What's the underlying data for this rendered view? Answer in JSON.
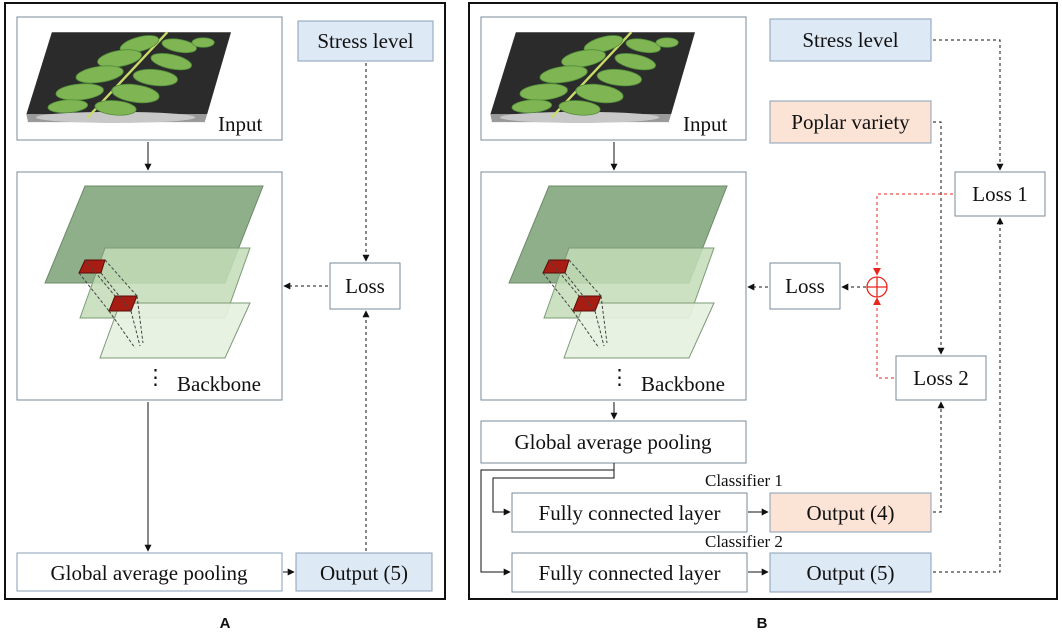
{
  "colors": {
    "blue_box": "#dde9f5",
    "peach_box": "#fbe3d6",
    "box_border": "#8a9fb8",
    "red_line": "#e8261c",
    "leaf_dark": "#4f8c3a",
    "layer_dark": "#8fae8a",
    "layer_mid": "#c3dcb6",
    "layer_light": "#e6f1df",
    "patch": "#a71c13"
  },
  "panel_a": {
    "caption": "A",
    "input_label": "Input",
    "backbone_label": "Backbone",
    "ellipsis": "⋮",
    "stress_level": "Stress level",
    "loss": "Loss",
    "gap": "Global average pooling",
    "output": "Output (5)"
  },
  "panel_b": {
    "caption": "B",
    "input_label": "Input",
    "backbone_label": "Backbone",
    "ellipsis": "⋮",
    "stress_level": "Stress level",
    "poplar_variety": "Poplar variety",
    "loss1": "Loss 1",
    "loss2": "Loss 2",
    "loss": "Loss",
    "gap": "Global average pooling",
    "classifier1": "Classifier 1",
    "classifier2": "Classifier 2",
    "fc1": "Fully connected layer",
    "fc2": "Fully connected layer",
    "output4": "Output (4)",
    "output5": "Output (5)"
  }
}
